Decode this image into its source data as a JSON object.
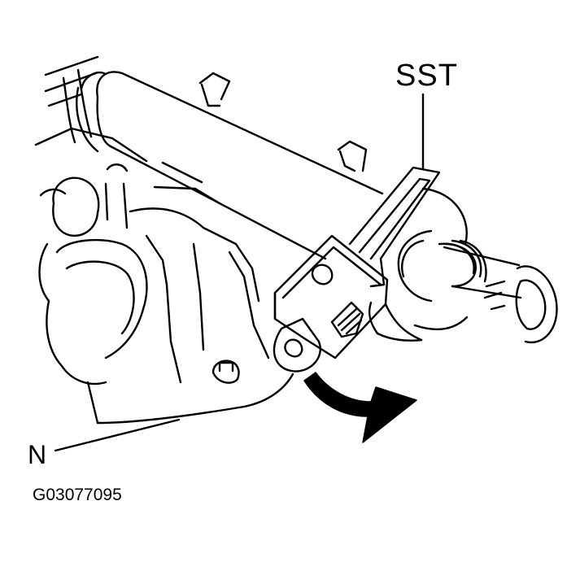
{
  "labels": {
    "sst": "SST",
    "n": "N"
  },
  "figure_id": "G03077095",
  "colors": {
    "line": "#000000",
    "background": "#ffffff",
    "arrow": "#000000"
  },
  "icons": {
    "rotation_arrow": "curved-arrow-clockwise-icon"
  }
}
